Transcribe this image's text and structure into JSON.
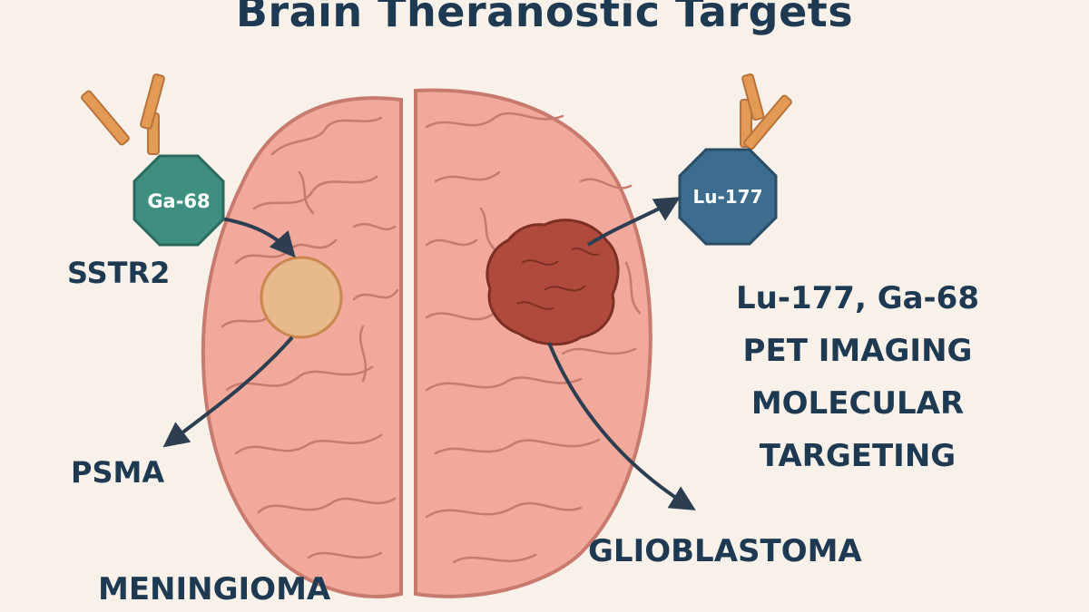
{
  "title": "Brain Theranostic Targets",
  "badges": {
    "left": "Ga-68",
    "right": "Lu-177"
  },
  "labels": {
    "sstr2": "SSTR2",
    "psma": "PSMA",
    "meningioma": "MENINGIOMA",
    "glioblastoma": "GLIOBLASTOMA"
  },
  "right_block": {
    "line1": "Lu-177, Ga-68",
    "line2": "PET IMAGING",
    "line3": "MOLECULAR",
    "line4": "TARGETING"
  },
  "colors": {
    "background": "#f7f1ea",
    "text": "#1e3a52",
    "brain": "#f0a99a",
    "brain_fold": "#c87a6e",
    "meningioma_lesion": "#e8b98a",
    "glioblastoma_lesion": "#b04a3c",
    "ga68_badge": "#3e8f80",
    "lu177_badge": "#3d6d8e",
    "antibody": "#e39a55"
  },
  "icons": {
    "antibody_left": "antibody-icon",
    "antibody_right": "antibody-icon"
  }
}
